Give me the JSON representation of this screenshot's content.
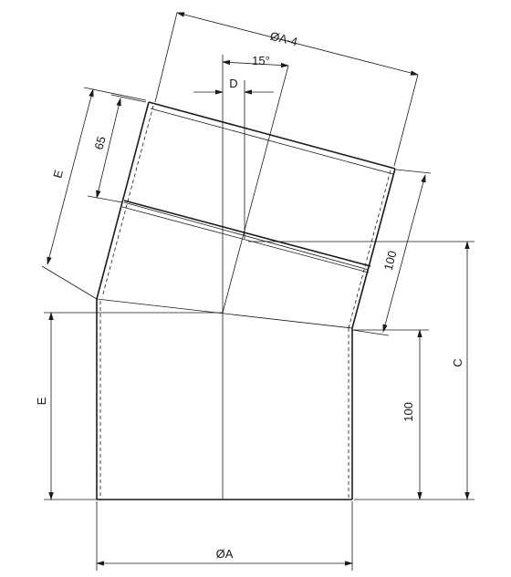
{
  "drawing": {
    "labels": {
      "phi_a4": "ØA-4",
      "angle": "15°",
      "d": "D",
      "sixty_five": "65",
      "e_top": "E",
      "hundred_top": "100",
      "c": "C",
      "e_left": "E",
      "hundred_bottom": "100",
      "phi_a": "ØA"
    }
  }
}
